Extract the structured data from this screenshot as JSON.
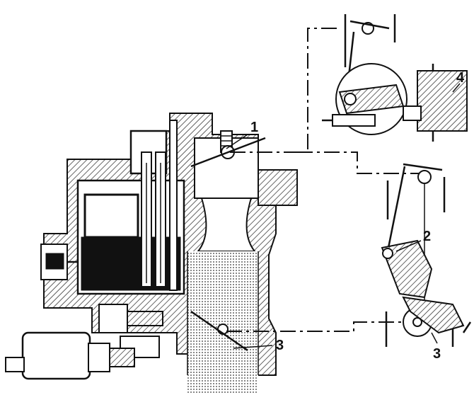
{
  "callouts": [
    {
      "id": "callout-1",
      "text": "1"
    },
    {
      "id": "callout-2",
      "text": "2"
    },
    {
      "id": "callout-3a",
      "text": "3"
    },
    {
      "id": "callout-3b",
      "text": "3"
    },
    {
      "id": "callout-4",
      "text": "4"
    }
  ]
}
